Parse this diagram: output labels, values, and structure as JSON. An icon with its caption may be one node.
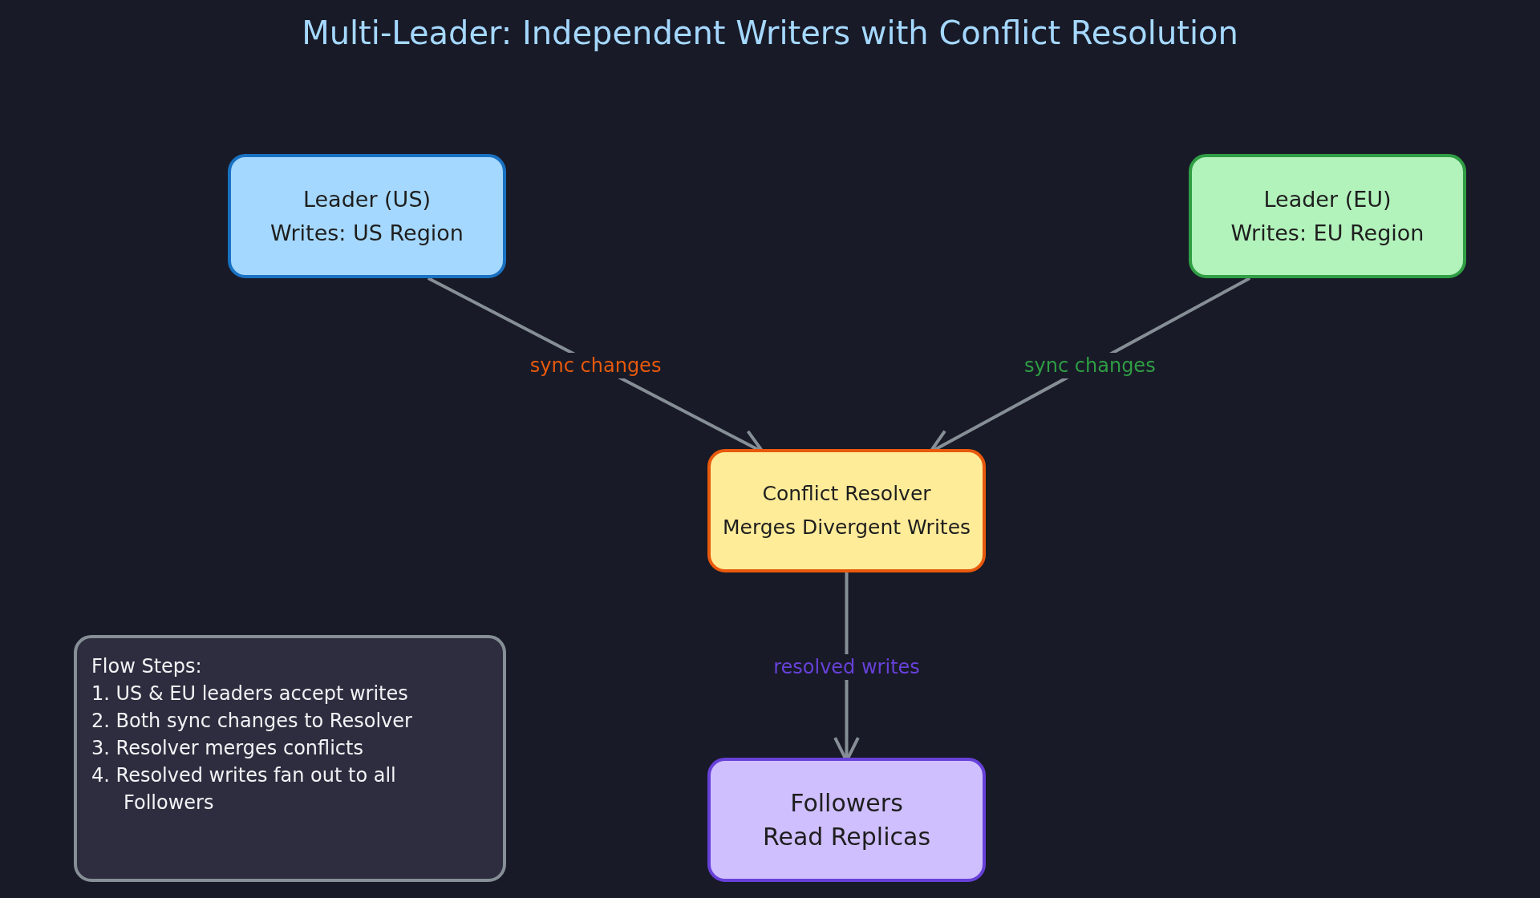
{
  "diagram": {
    "title": "Multi-Leader: Independent Writers with Conflict Resolution",
    "nodes": [
      {
        "text": [
          "Leader (US)",
          "Writes: US Region"
        ]
      },
      {
        "text": [
          "Leader (EU)",
          "Writes: EU Region"
        ]
      },
      {
        "text": [
          "Conflict Resolver",
          "Merges Divergent Writes"
        ]
      },
      {
        "text": [
          "Followers",
          "Read Replicas"
        ]
      },
      {
        "text": [
          "Flow Steps:",
          "1. US & EU leaders accept writes",
          "2. Both sync changes to Resolver",
          "3. Resolver merges conflicts",
          "4. Resolved writes fan out to all Followers"
        ]
      }
    ],
    "edges": [
      {
        "from": 0,
        "to": 2,
        "arrow": "to",
        "label": "sync changes"
      },
      {
        "from": 1,
        "to": 2,
        "arrow": "to",
        "label": "sync changes"
      },
      {
        "from": 2,
        "to": 3,
        "arrow": "to",
        "label": "resolved writes"
      }
    ]
  }
}
